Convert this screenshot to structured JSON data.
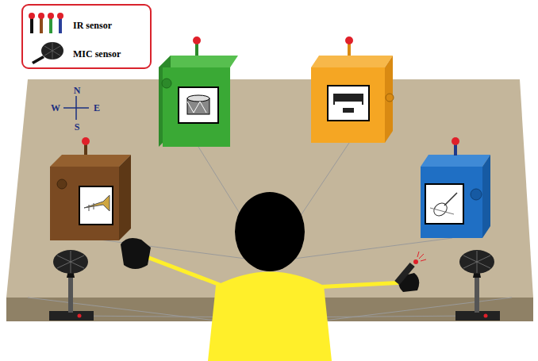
{
  "diagram": {
    "labels": [
      "N",
      "W",
      "E",
      "S"
    ],
    "legend": [
      {
        "text": "IR sensor"
      },
      {
        "text": "MIC sensor"
      }
    ]
  }
}
